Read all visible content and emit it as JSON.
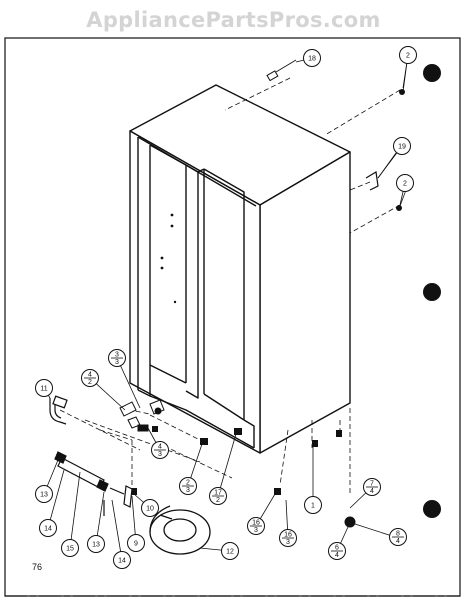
{
  "watermark": "AppliancePartsPros.com",
  "page_number": "76",
  "callouts": [
    {
      "id": "c18",
      "text": "18"
    },
    {
      "id": "c2a",
      "text": "2"
    },
    {
      "id": "c19",
      "text": "19"
    },
    {
      "id": "c2b",
      "text": "2"
    },
    {
      "id": "c11",
      "text": "11"
    },
    {
      "id": "c4-2",
      "text": "4/2"
    },
    {
      "id": "c3-3",
      "text": "3/3"
    },
    {
      "id": "c4-3",
      "text": "4/3"
    },
    {
      "id": "c2-3",
      "text": "2/3"
    },
    {
      "id": "c17-2",
      "text": "17/2"
    },
    {
      "id": "c7-4",
      "text": "7/4"
    },
    {
      "id": "c13a",
      "text": "13"
    },
    {
      "id": "c14a",
      "text": "14"
    },
    {
      "id": "c15",
      "text": "15"
    },
    {
      "id": "c13b",
      "text": "13"
    },
    {
      "id": "c14b",
      "text": "14"
    },
    {
      "id": "c9",
      "text": "9"
    },
    {
      "id": "c10",
      "text": "10"
    },
    {
      "id": "c12",
      "text": "12"
    },
    {
      "id": "c16-3a",
      "text": "16/3"
    },
    {
      "id": "c16-3b",
      "text": "16/3"
    },
    {
      "id": "c1",
      "text": "1"
    },
    {
      "id": "c6-4",
      "text": "6/4"
    },
    {
      "id": "c8-4",
      "text": "8/4"
    }
  ]
}
